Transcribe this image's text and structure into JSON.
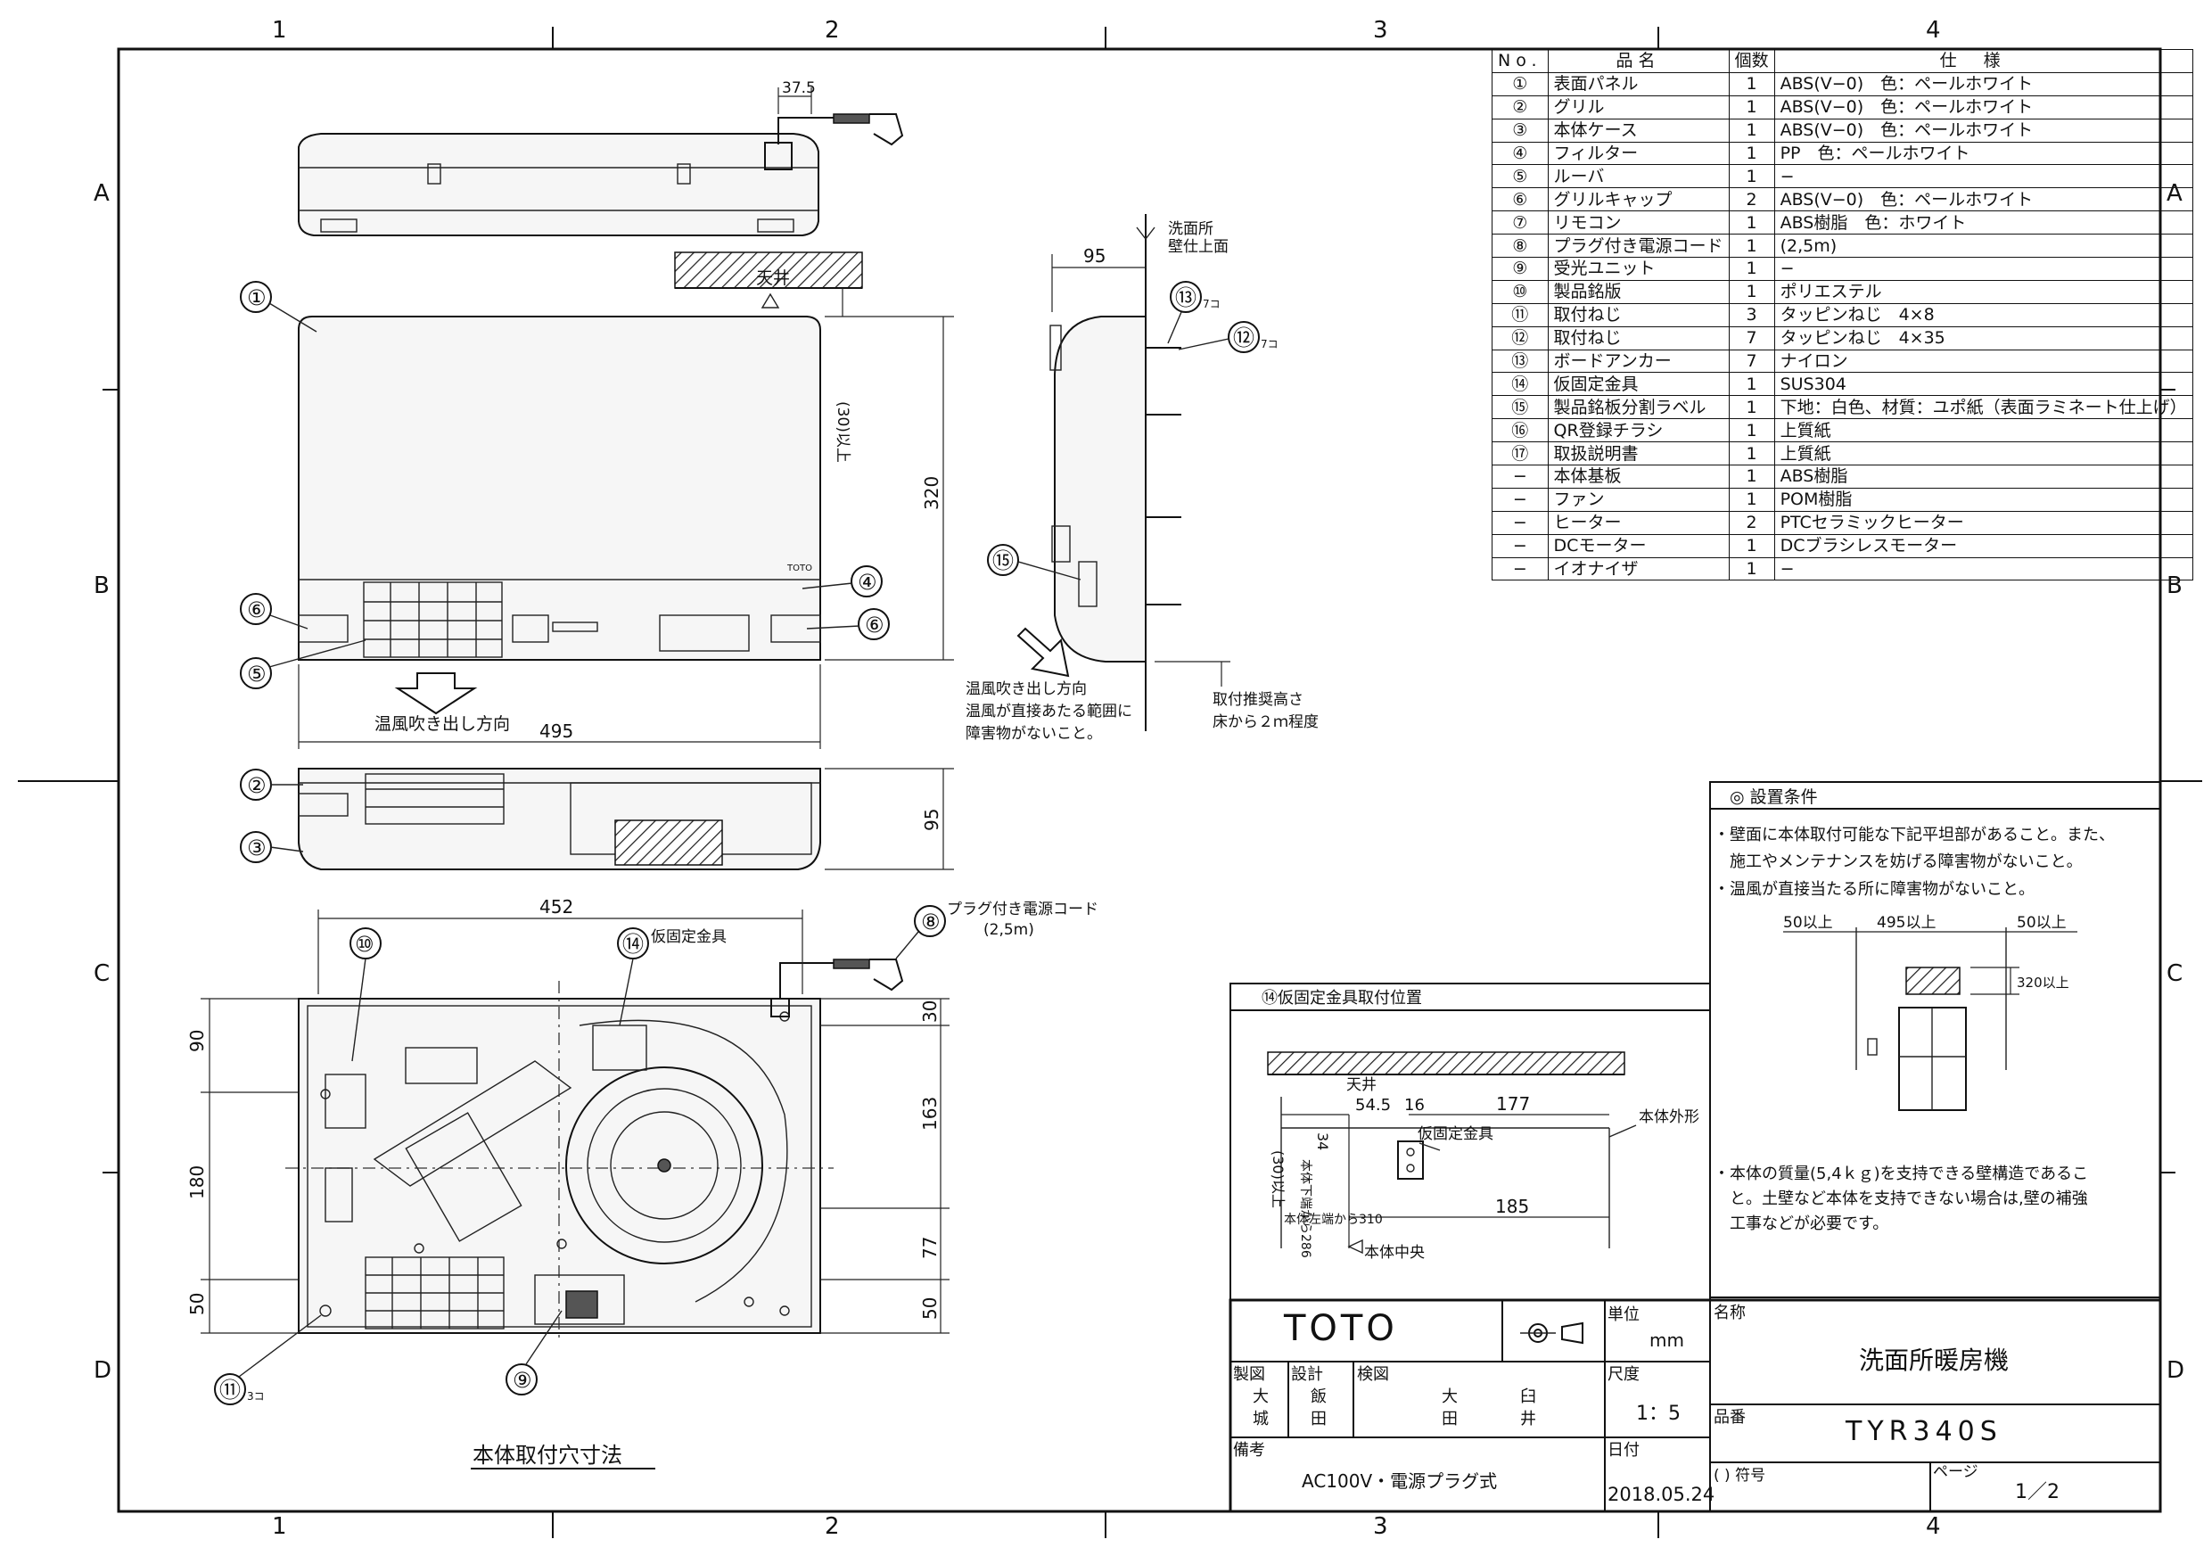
{
  "border": {
    "col_labels": [
      "1",
      "2",
      "3",
      "4"
    ],
    "row_labels": [
      "A",
      "B",
      "C",
      "D"
    ]
  },
  "parts_table": {
    "headers": {
      "no": "No.",
      "name": "品名",
      "qty": "個数",
      "spec": "仕様"
    },
    "rows": [
      {
        "no": "①",
        "name": "表面パネル",
        "qty": "1",
        "spec": "ABS(V−0)　色：ペールホワイト"
      },
      {
        "no": "②",
        "name": "グリル",
        "qty": "1",
        "spec": "ABS(V−0)　色：ペールホワイト"
      },
      {
        "no": "③",
        "name": "本体ケース",
        "qty": "1",
        "spec": "ABS(V−0)　色：ペールホワイト"
      },
      {
        "no": "④",
        "name": "フィルター",
        "qty": "1",
        "spec": "PP　色：ペールホワイト"
      },
      {
        "no": "⑤",
        "name": "ルーバ",
        "qty": "1",
        "spec": "−"
      },
      {
        "no": "⑥",
        "name": "グリルキャップ",
        "qty": "2",
        "spec": "ABS(V−0)　色：ペールホワイト"
      },
      {
        "no": "⑦",
        "name": "リモコン",
        "qty": "1",
        "spec": "ABS樹脂　色：ホワイト"
      },
      {
        "no": "⑧",
        "name": "プラグ付き電源コード",
        "qty": "1",
        "spec": "(2,5m)"
      },
      {
        "no": "⑨",
        "name": "受光ユニット",
        "qty": "1",
        "spec": "−"
      },
      {
        "no": "⑩",
        "name": "製品銘版",
        "qty": "1",
        "spec": "ポリエステル"
      },
      {
        "no": "⑪",
        "name": "取付ねじ",
        "qty": "3",
        "spec": "タッピンねじ　4×8"
      },
      {
        "no": "⑫",
        "name": "取付ねじ",
        "qty": "7",
        "spec": "タッピンねじ　4×35"
      },
      {
        "no": "⑬",
        "name": "ボードアンカー",
        "qty": "7",
        "spec": "ナイロン"
      },
      {
        "no": "⑭",
        "name": "仮固定金具",
        "qty": "1",
        "spec": "SUS304"
      },
      {
        "no": "⑮",
        "name": "製品銘板分割ラベル",
        "qty": "1",
        "spec": "下地：白色、材質：ユポ紙（表面ラミネート仕上げ）"
      },
      {
        "no": "⑯",
        "name": "QR登録チラシ",
        "qty": "1",
        "spec": "上質紙"
      },
      {
        "no": "⑰",
        "name": "取扱説明書",
        "qty": "1",
        "spec": "上質紙"
      },
      {
        "no": "−",
        "name": "本体基板",
        "qty": "1",
        "spec": "ABS樹脂"
      },
      {
        "no": "−",
        "name": "ファン",
        "qty": "1",
        "spec": "POM樹脂"
      },
      {
        "no": "−",
        "name": "ヒーター",
        "qty": "2",
        "spec": "PTCセラミックヒーター"
      },
      {
        "no": "−",
        "name": "DCモーター",
        "qty": "1",
        "spec": "DCブラシレスモーター"
      },
      {
        "no": "−",
        "name": "イオナイザ",
        "qty": "1",
        "spec": "−"
      }
    ]
  },
  "top_view": {
    "dim_cord_offset": "37.5"
  },
  "front_view": {
    "dim_width": "495",
    "dim_height": "320",
    "dim_top_clear": "(30)以上",
    "ceiling_label": "天井",
    "airflow_label": "温風吹き出し方向",
    "brand_mark": "TOTO",
    "callouts": [
      "①",
      "④",
      "⑤",
      "⑥",
      "⑥"
    ]
  },
  "bottom_view": {
    "dim_depth": "95",
    "callouts": [
      "②",
      "③"
    ]
  },
  "side_view": {
    "dim_depth": "95",
    "wall_label_1": "洗面所",
    "wall_label_2": "壁仕上面",
    "screw_13": "⑬",
    "screw_13_qty": "7コ",
    "screw_12": "⑫",
    "screw_12_qty": "7コ",
    "label_15": "⑮",
    "airflow_label": "温風吹き出し方向",
    "airflow_note_1": "温風が直接あたる範囲に",
    "airflow_note_2": "障害物がないこと。",
    "mount_height_1": "取付推奨高さ",
    "mount_height_2": "床から２ｍ程度"
  },
  "rear_view": {
    "dim_width": "452",
    "cord_label": "プラグ付き電源コード",
    "cord_length": "(2,5m)",
    "bracket_label": "仮固定金具",
    "dims_left": [
      "90",
      "180",
      "50"
    ],
    "dims_right": [
      "30",
      "163",
      "77",
      "50"
    ],
    "callouts": {
      "c10": "⑩",
      "c14": "⑭",
      "c8": "⑧",
      "c9": "⑨",
      "c11": "⑪",
      "c11_qty": "3コ"
    },
    "caption": "本体取付穴寸法"
  },
  "bracket_panel": {
    "title": "⑭仮固定金具取付位置",
    "ceiling": "天井",
    "d1": "54.5",
    "d2": "16",
    "d3": "177",
    "d4": "185",
    "outline": "本体外形",
    "bracket": "仮固定金具",
    "top_clear": "(30)以上",
    "d_34": "34",
    "from_bottom": "本体下端から286",
    "from_left": "本体左端から310",
    "center": "本体中央"
  },
  "install_conditions": {
    "title": "◎ 設置条件",
    "p1a": "・壁面に本体取付可能な下記平坦部があること。また、",
    "p1b": "　施工やメンテナンスを妨げる障害物がないこと。",
    "p2": "・温風が直接当たる所に障害物がないこと。",
    "dim_left": "50以上",
    "dim_center": "495以上",
    "dim_right": "50以上",
    "dim_height": "320以上",
    "p3a": "・本体の質量(5,4ｋｇ)を支持できる壁構造であるこ",
    "p3b": "　と。土壁など本体を支持できない場合は,壁の補強",
    "p3c": "　工事などが必要です。"
  },
  "title_block": {
    "company": "TOTO",
    "unit_label": "単位",
    "unit": "mm",
    "name_label": "名称",
    "name": "洗面所暖房機",
    "made_label": "製図",
    "made_1": "大",
    "made_2": "城",
    "design_label": "設計",
    "design_1": "飯",
    "design_2": "田",
    "check_label": "検図",
    "check_1": "大",
    "check_2": "田",
    "check_3": "臼",
    "check_4": "井",
    "scale_label": "尺度",
    "scale": "1：5",
    "part_label": "品番",
    "part": "TYR340S",
    "remark_label": "備考",
    "remark": "AC100V・電源プラグ式",
    "date_label": "日付",
    "date": "2018.05.24",
    "symbol_label": "( ) 符号",
    "page_label": "ページ",
    "page": "1／2"
  }
}
